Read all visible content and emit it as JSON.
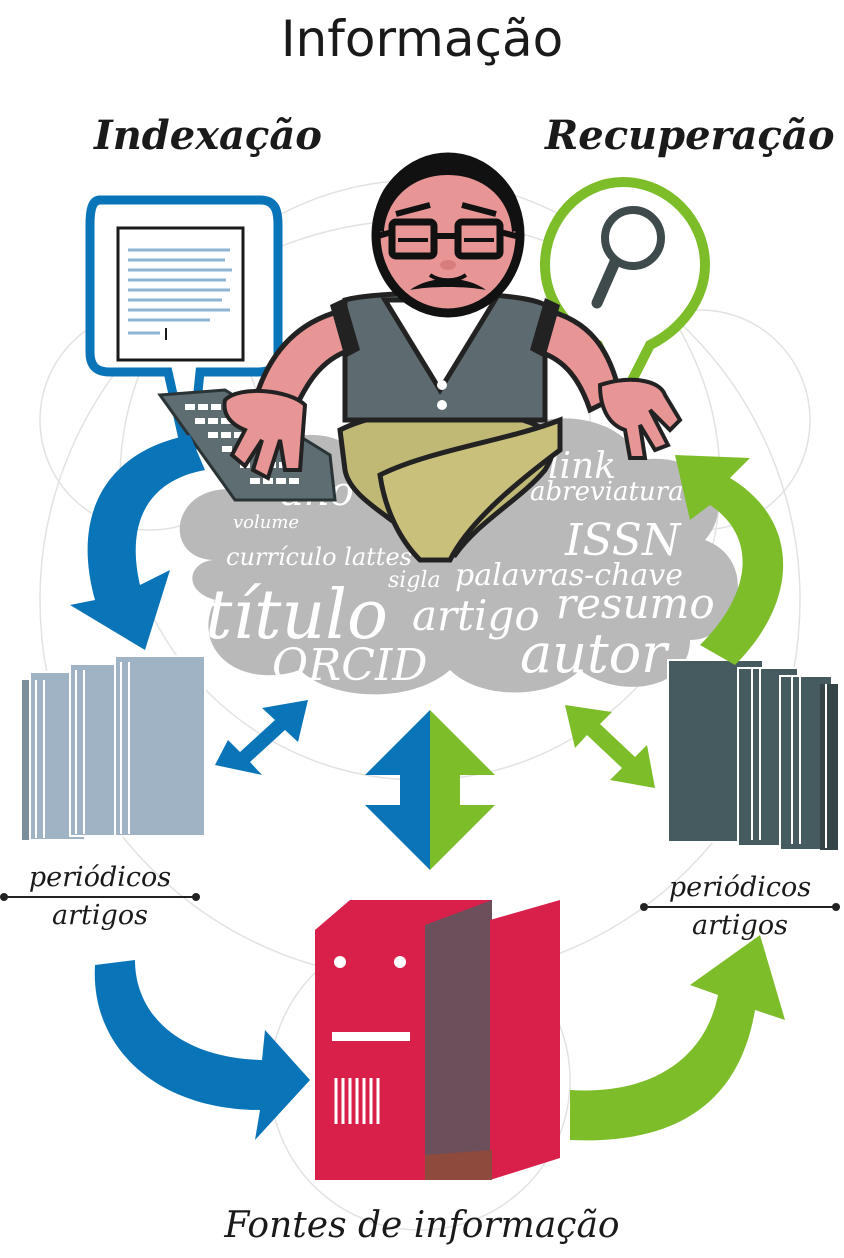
{
  "title": "Informação",
  "left_heading": "Indexação",
  "right_heading": "Recuperação",
  "caption": "Fontes de informação",
  "journal_left": {
    "line1": "periódicos",
    "line2": "artigos"
  },
  "journal_right": {
    "line1": "periódicos",
    "line2": "artigos"
  },
  "cloud_words": {
    "w1": "link",
    "w2": "ano",
    "w3": "abreviatura",
    "w4": "volume",
    "w5": "ISSN",
    "w6": "currículo lattes",
    "w7": "sigla",
    "w8": "palavras-chave",
    "w9": "título",
    "w10": "artigo",
    "w11": "resumo",
    "w12": "ORCID",
    "w13": "autor"
  },
  "colors": {
    "index_blue": "#0a74b8",
    "retrieve_green": "#7dbd2a",
    "cloud_gray": "#b8b8b8",
    "server_red": "#d8204b",
    "server_door": "#6b4f5b",
    "journal_left": "#9fb3c4",
    "journal_right": "#465b60"
  },
  "icons": [
    "document-icon",
    "magnifier-icon",
    "keyboard-icon",
    "person-icon",
    "server-icon"
  ]
}
